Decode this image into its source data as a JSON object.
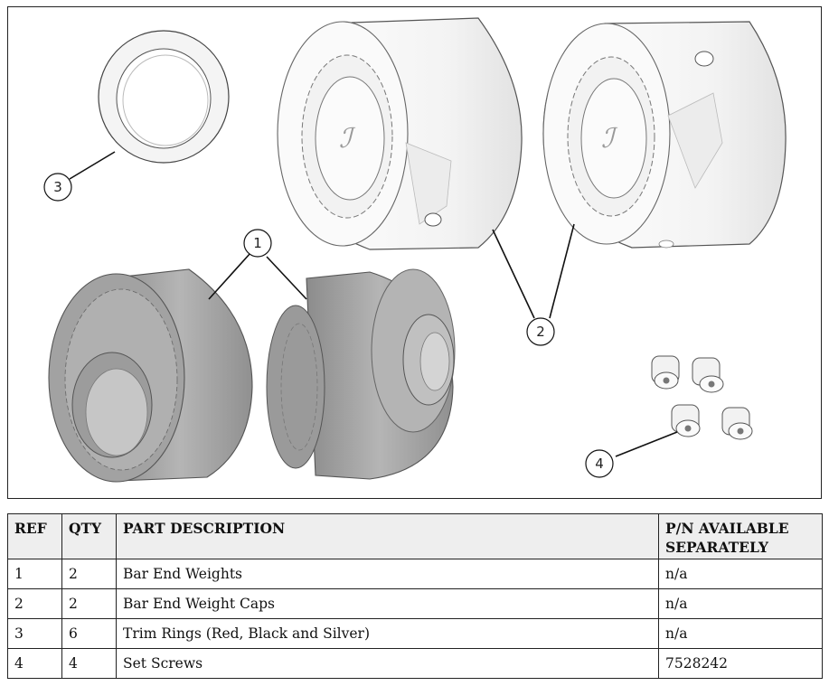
{
  "figure": {
    "callouts": [
      "1",
      "2",
      "3",
      "4"
    ]
  },
  "table": {
    "headers": [
      "REF",
      "QTY",
      "PART DESCRIPTION",
      "P/N AVAILABLE SEPARATELY"
    ],
    "rows": [
      [
        "1",
        "2",
        "Bar End Weights",
        "n/a"
      ],
      [
        "2",
        "2",
        "Bar End Weight Caps",
        "n/a"
      ],
      [
        "3",
        "6",
        "Trim Rings (Red, Black and Silver)",
        "n/a"
      ],
      [
        "4",
        "4",
        "Set Screws",
        "7528242"
      ]
    ]
  },
  "colors": {
    "weight_gray": "#a8a8a8",
    "cap_white": "#f6f6f6",
    "outline": "#222222"
  }
}
